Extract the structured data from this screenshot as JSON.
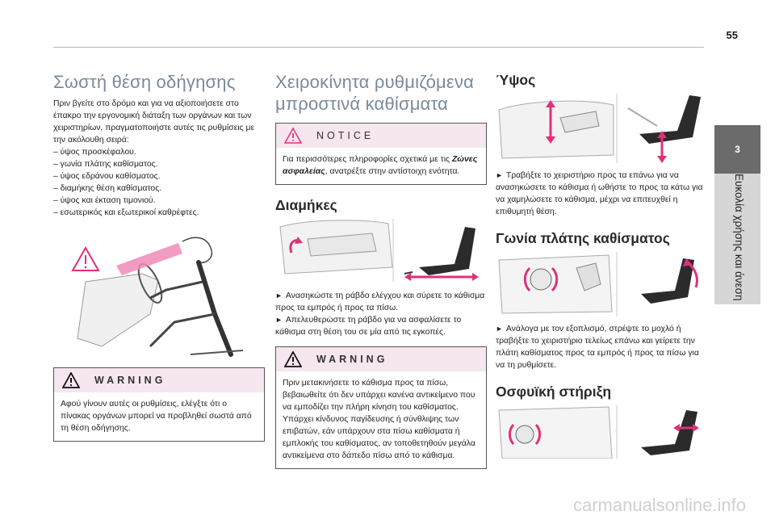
{
  "page": {
    "number": "55"
  },
  "side_tab": {
    "chapter": "3",
    "title": "Ευκολία χρήσης και άνεση"
  },
  "col1": {
    "heading": "Σωστή θέση οδήγησης",
    "intro": "Πριν βγείτε στο δρόμο και για να αξιοποιήσετε στο έπακρο την εργονομική διάταξη των οργάνων και των χειριστηρίων, πραγματοποιήστε αυτές τις ρυθμίσεις με την ακόλουθη σειρά:",
    "list": [
      "ύψος προσκέφαλου.",
      "γωνία πλάτης καθίσματος.",
      "ύψος εδράνου καθίσματος.",
      "διαμήκης θέση καθίσματος.",
      "ύψος και έκταση τιμονιού.",
      "εσωτερικός και εξωτερικοί καθρέφτες."
    ],
    "warning": {
      "title": "WARNING",
      "text": "Αφού γίνουν αυτές οι ρυθμίσεις, ελέγξτε ότι ο πίνακας οργάνων μπορεί να προβληθεί σωστά από τη θέση οδήγησης."
    }
  },
  "col2": {
    "heading": "Χειροκίνητα ρυθμιζόμενα μπροστινά καθίσματα",
    "notice": {
      "title": "NOTICE",
      "text_before": "Για περισσότερες πληροφορίες σχετικά με τις ",
      "text_em": "Ζώνες ασφαλείας",
      "text_after": ", ανατρέξτε στην αντίστοιχη ενότητα."
    },
    "section": "Διαμήκες",
    "steps": [
      "Ανασηκώστε τη ράβδο ελέγχου και σύρετε το κάθισμα προς τα εμπρός ή προς τα πίσω.",
      "Απελευθερώστε τη ράβδο για να ασφαλίσετε το κάθισμα στη θέση του σε μία από τις εγκοπές."
    ],
    "warning": {
      "title": "WARNING",
      "text": "Πριν μετακινήσετε το κάθισμα προς τα πίσω, βεβαιωθείτε ότι δεν υπάρχει κανένα αντικείμενο που να εμποδίζει την πλήρη κίνηση του καθίσματος. Υπάρχει κίνδυνος παγίδευσης ή σύνθλιψης των επιβατών, εάν υπάρχουν στα πίσω καθίσματα ή εμπλοκής του καθίσματος, αν τοποθετηθούν μεγάλα αντικείμενα στο δάπεδο πίσω από το κάθισμα."
    }
  },
  "col3": {
    "height": {
      "heading": "Ύψος",
      "step": "Τραβήξτε το χειριστήριο προς τα επάνω για να ανασηκώσετε το κάθισμα ή ωθήστε το προς τα κάτω για να χαμηλώσετε το κάθισμα, μέχρι να επιτευχθεί η επιθυμητή θέση."
    },
    "backrest": {
      "heading": "Γωνία πλάτης καθίσματος",
      "step": "Ανάλογα με τον εξοπλισμό, στρέψτε το μοχλό ή τραβήξτε το χειριστήριο τελείως επάνω και γείρετε την πλάτη καθίσματος προς τα εμπρός ή προς τα πίσω για να τη ρυθμίσετε."
    },
    "lumbar": {
      "heading": "Οσφυϊκή στήριξη"
    }
  },
  "watermark": "carmanualsonline.info",
  "colors": {
    "accent": "#e0307a",
    "notice_bg": "#f6e6ef",
    "side_dark": "#6b6b6b",
    "side_light": "#d6d6d6"
  }
}
